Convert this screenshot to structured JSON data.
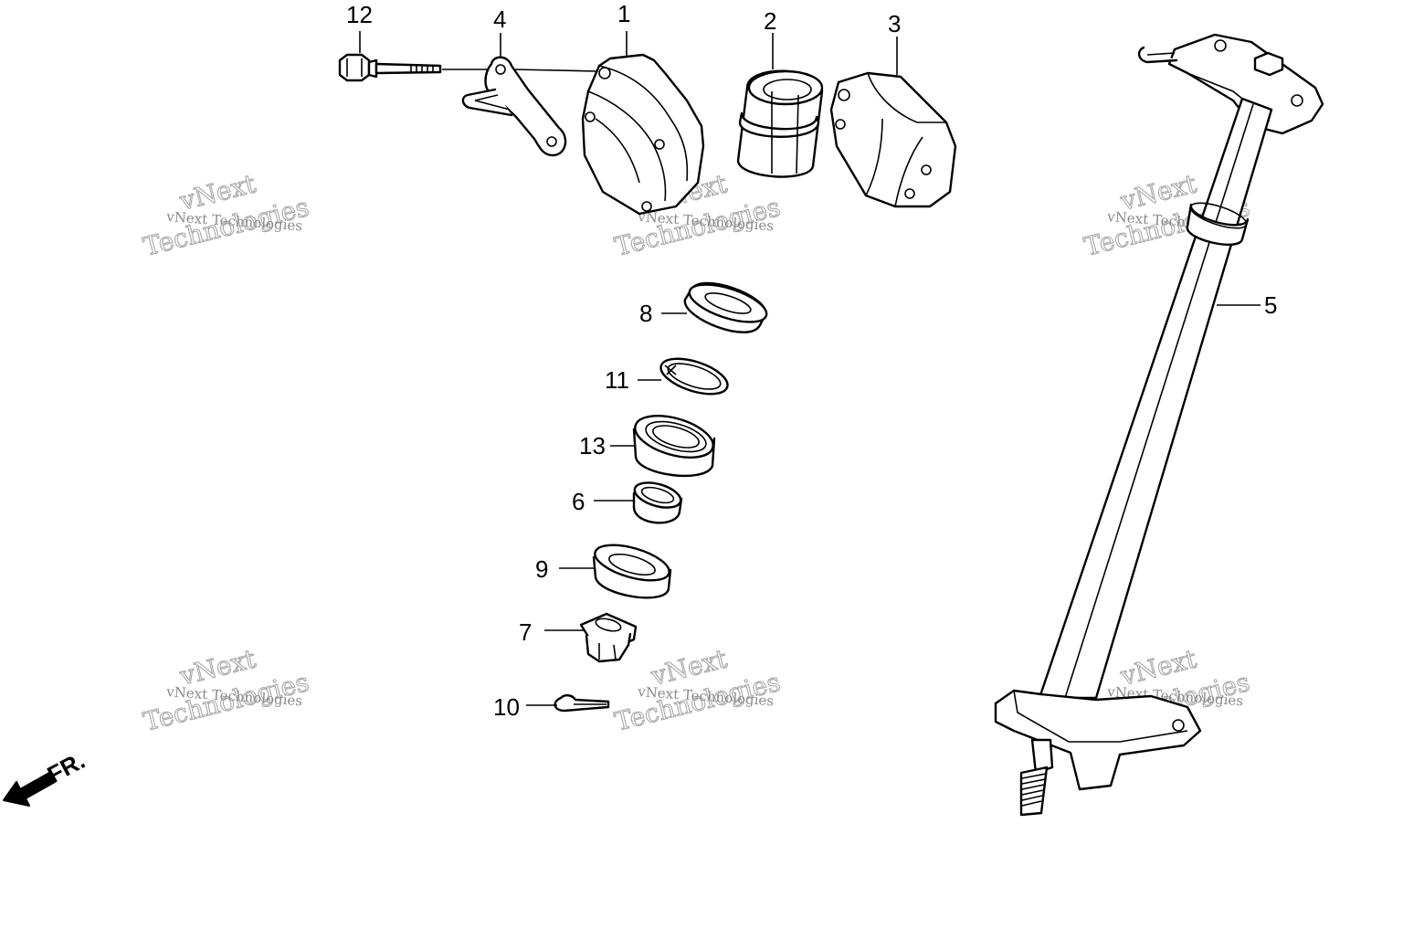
{
  "diagram": {
    "watermark": {
      "line1": "vNext Technologies",
      "line2": "Technologies",
      "overlay": "vNext"
    },
    "direction_indicator": "FR.",
    "parts": [
      {
        "id": "12",
        "label": "12"
      },
      {
        "id": "1",
        "label": "1"
      },
      {
        "id": "4",
        "label": "4"
      },
      {
        "id": "2",
        "label": "2"
      },
      {
        "id": "3",
        "label": "3"
      },
      {
        "id": "5",
        "label": "5"
      },
      {
        "id": "8",
        "label": "8"
      },
      {
        "id": "11",
        "label": "11"
      },
      {
        "id": "13",
        "label": "13"
      },
      {
        "id": "6",
        "label": "6"
      },
      {
        "id": "9",
        "label": "9"
      },
      {
        "id": "7",
        "label": "7"
      },
      {
        "id": "10",
        "label": "10"
      }
    ]
  }
}
